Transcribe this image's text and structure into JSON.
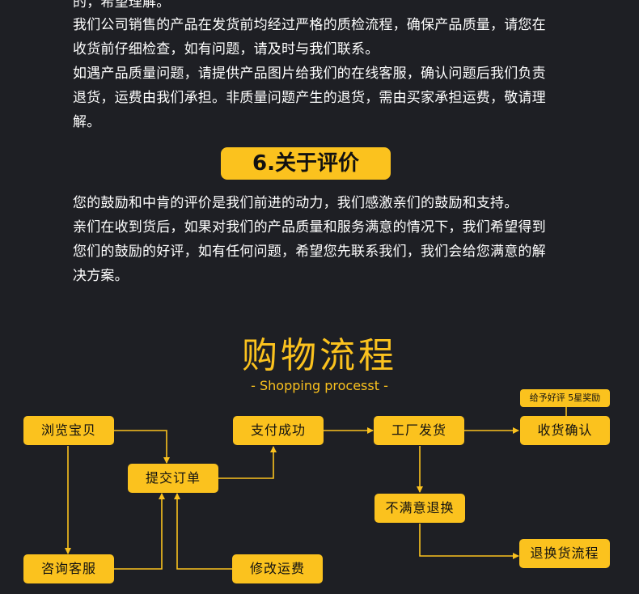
{
  "section5": {
    "lines": [
      "的，希望理解。",
      "我们公司销售的产品在发货前均经过严格的质检流程，确保产品质量，请您在",
      "收货前仔细检查，如有问题，请及时与我们联系。",
      "如遇产品质量问题，请提供产品图片给我们的在线客服，确认问题后我们负责",
      "退货，运费由我们承担。非质量问题产生的退货，需由买家承担运费，敬请理",
      "解。"
    ]
  },
  "section6": {
    "title": "6.关于评价",
    "lines": [
      "您的鼓励和中肯的评价是我们前进的动力，我们感激亲们的鼓励和支持。",
      "亲们在收到货后，如果对我们的产品质量和服务满意的情况下，我们希望得到",
      "您们的鼓励的好评，如有任何问题，希望您先联系我们，我们会给您满意的解",
      "决方案。"
    ]
  },
  "flow": {
    "title": "购物流程",
    "subtitle": "- Shopping processt -",
    "nodes": {
      "browse": "浏览宝贝",
      "consult": "咨询客服",
      "submit": "提交订单",
      "modify": "修改运费",
      "pay": "支付成功",
      "ship": "工厂发货",
      "unsatisfied": "不满意退换",
      "receive": "收货确认",
      "return_flow": "退换货流程"
    },
    "review_badge": "给予好评 5星奖励"
  },
  "colors": {
    "accent": "#fbc21e",
    "background": "#1e1f24"
  }
}
